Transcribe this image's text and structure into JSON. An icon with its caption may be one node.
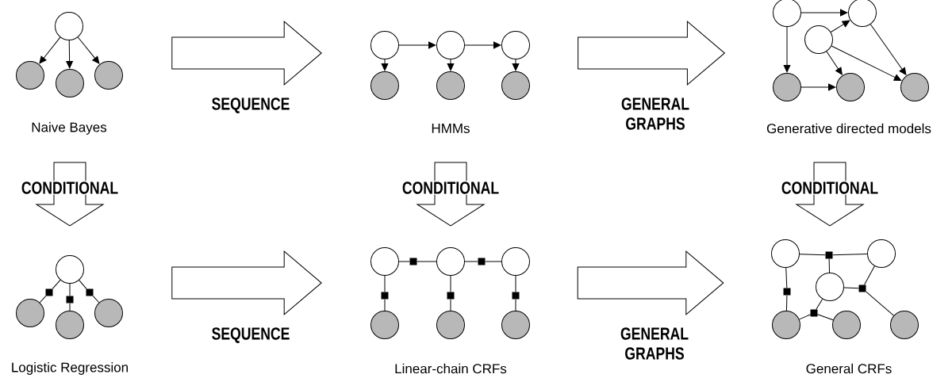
{
  "diagram": {
    "nodes": [
      {
        "text": [],
        "shape": "circle"
      },
      {
        "text": [],
        "shape": "circle"
      },
      {
        "text": [],
        "shape": "circle"
      },
      {
        "text": [],
        "shape": "circle"
      },
      {
        "text": [
          "Naive Bayes"
        ]
      },
      {
        "text": [],
        "shape": "circle"
      },
      {
        "text": [],
        "shape": "circle"
      },
      {
        "text": [],
        "shape": "circle"
      },
      {
        "text": [],
        "shape": "circle"
      },
      {
        "text": [],
        "shape": "circle"
      },
      {
        "text": [],
        "shape": "circle"
      },
      {
        "text": [
          "HMMs"
        ]
      },
      {
        "text": [],
        "shape": "circle"
      },
      {
        "text": [],
        "shape": "circle"
      },
      {
        "text": [],
        "shape": "circle"
      },
      {
        "text": [],
        "shape": "circle"
      },
      {
        "text": [],
        "shape": "circle"
      },
      {
        "text": [],
        "shape": "circle"
      },
      {
        "text": [
          "Generative directed models"
        ]
      },
      {
        "text": [],
        "shape": "circle"
      },
      {
        "text": [],
        "shape": "box"
      },
      {
        "text": [],
        "shape": "box"
      },
      {
        "text": [],
        "shape": "box"
      },
      {
        "text": [],
        "shape": "circle"
      },
      {
        "text": [],
        "shape": "circle"
      },
      {
        "text": [],
        "shape": "circle"
      },
      {
        "text": [
          "Logistic Regression"
        ]
      },
      {
        "text": [],
        "shape": "circle"
      },
      {
        "text": [],
        "shape": "circle"
      },
      {
        "text": [],
        "shape": "circle"
      },
      {
        "text": [],
        "shape": "box"
      },
      {
        "text": [],
        "shape": "box"
      },
      {
        "text": [],
        "shape": "box"
      },
      {
        "text": [],
        "shape": "box"
      },
      {
        "text": [],
        "shape": "box"
      },
      {
        "text": [],
        "shape": "circle"
      },
      {
        "text": [],
        "shape": "circle"
      },
      {
        "text": [],
        "shape": "circle"
      },
      {
        "text": [
          "Linear-chain CRFs"
        ]
      },
      {
        "text": [],
        "shape": "circle"
      },
      {
        "text": [],
        "shape": "circle"
      },
      {
        "text": [],
        "shape": "circle"
      },
      {
        "text": [],
        "shape": "box"
      },
      {
        "text": [],
        "shape": "box"
      },
      {
        "text": [],
        "shape": "box"
      },
      {
        "text": [],
        "shape": "box"
      },
      {
        "text": [],
        "shape": "circle"
      },
      {
        "text": [],
        "shape": "circle"
      },
      {
        "text": [],
        "shape": "circle"
      },
      {
        "text": [
          "General CRFs"
        ]
      }
    ],
    "edges": [
      {
        "from": 0,
        "to": 1,
        "arrow": "to"
      },
      {
        "from": 0,
        "to": 2,
        "arrow": "to"
      },
      {
        "from": 0,
        "to": 3,
        "arrow": "to"
      },
      {
        "from": 5,
        "to": 6,
        "arrow": "to"
      },
      {
        "from": 6,
        "to": 7,
        "arrow": "to"
      },
      {
        "from": 5,
        "to": 8,
        "arrow": "to"
      },
      {
        "from": 6,
        "to": 9,
        "arrow": "to"
      },
      {
        "from": 7,
        "to": 10,
        "arrow": "to"
      },
      {
        "from": 12,
        "to": 13,
        "arrow": "to"
      },
      {
        "from": 12,
        "to": 15,
        "arrow": "to"
      },
      {
        "from": 14,
        "to": 13,
        "arrow": "to"
      },
      {
        "from": 14,
        "to": 16,
        "arrow": "to"
      },
      {
        "from": 14,
        "to": 17,
        "arrow": "to"
      },
      {
        "from": 13,
        "to": 17,
        "arrow": "to"
      },
      {
        "from": 15,
        "to": 16,
        "arrow": "to"
      },
      {
        "from": 19,
        "to": 20,
        "arrow": "none"
      },
      {
        "from": 20,
        "to": 23,
        "arrow": "none"
      },
      {
        "from": 19,
        "to": 21,
        "arrow": "none"
      },
      {
        "from": 21,
        "to": 24,
        "arrow": "none"
      },
      {
        "from": 19,
        "to": 22,
        "arrow": "none"
      },
      {
        "from": 22,
        "to": 25,
        "arrow": "none"
      },
      {
        "from": 27,
        "to": 30,
        "arrow": "none"
      },
      {
        "from": 30,
        "to": 28,
        "arrow": "none"
      },
      {
        "from": 28,
        "to": 31,
        "arrow": "none"
      },
      {
        "from": 31,
        "to": 29,
        "arrow": "none"
      },
      {
        "from": 27,
        "to": 32,
        "arrow": "none"
      },
      {
        "from": 32,
        "to": 35,
        "arrow": "none"
      },
      {
        "from": 28,
        "to": 33,
        "arrow": "none"
      },
      {
        "from": 33,
        "to": 36,
        "arrow": "none"
      },
      {
        "from": 29,
        "to": 34,
        "arrow": "none"
      },
      {
        "from": 34,
        "to": 37,
        "arrow": "none"
      },
      {
        "from": 39,
        "to": 42,
        "arrow": "none"
      },
      {
        "from": 42,
        "to": 40,
        "arrow": "none"
      },
      {
        "from": 42,
        "to": 41,
        "arrow": "none"
      },
      {
        "from": 39,
        "to": 43,
        "arrow": "none"
      },
      {
        "from": 43,
        "to": 46,
        "arrow": "none"
      },
      {
        "from": 41,
        "to": 44,
        "arrow": "none"
      },
      {
        "from": 40,
        "to": 44,
        "arrow": "none"
      },
      {
        "from": 44,
        "to": 48,
        "arrow": "none"
      },
      {
        "from": 41,
        "to": 45,
        "arrow": "none"
      },
      {
        "from": 45,
        "to": 46,
        "arrow": "none"
      },
      {
        "from": 45,
        "to": 47,
        "arrow": "none"
      },
      {
        "from": 3,
        "to": 5,
        "arrow": "to",
        "label": "SEQUENCE"
      },
      {
        "from": 7,
        "to": 12,
        "arrow": "to",
        "label": "GENERAL GRAPHS"
      },
      {
        "from": 4,
        "to": 19,
        "arrow": "to",
        "label": "CONDITIONAL"
      },
      {
        "from": 11,
        "to": 28,
        "arrow": "to",
        "label": "CONDITIONAL"
      },
      {
        "from": 18,
        "to": 41,
        "arrow": "to",
        "label": "CONDITIONAL"
      },
      {
        "from": 25,
        "to": 27,
        "arrow": "to",
        "label": "SEQUENCE"
      },
      {
        "from": 29,
        "to": 39,
        "arrow": "to",
        "label": "GENERAL GRAPHS"
      }
    ]
  }
}
